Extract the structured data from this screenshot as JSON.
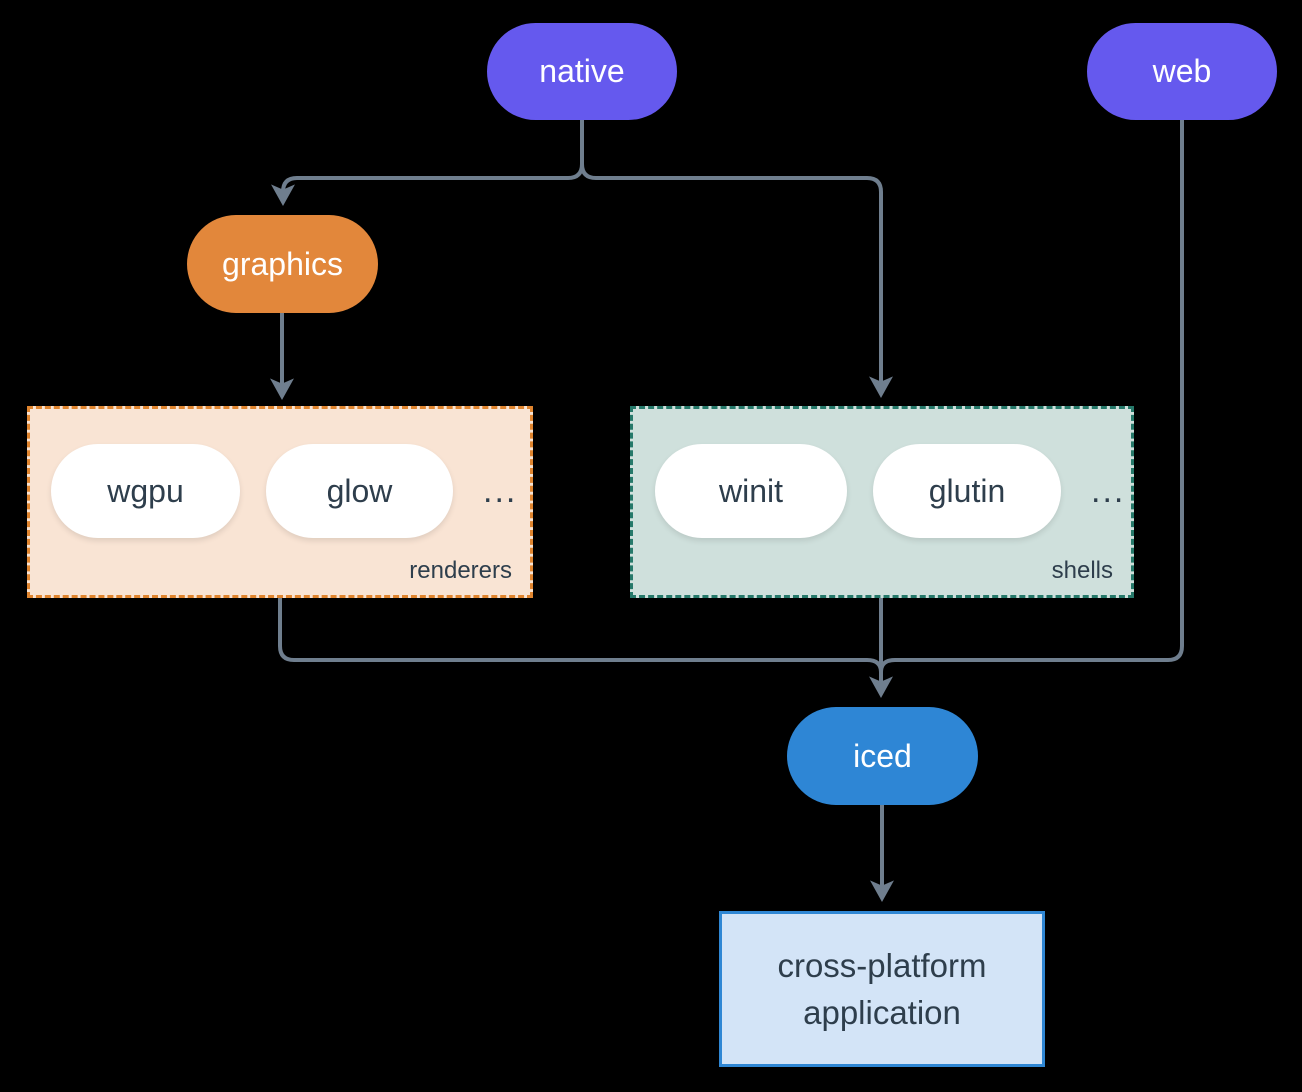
{
  "colors": {
    "background": "#000000",
    "connector": "#6f7e8e",
    "native_web_pill": "#6559ee",
    "graphics_pill": "#e2873b",
    "iced_pill": "#2e86d5",
    "renderers_fill": "#f9e4d4",
    "renderers_border": "#e0852f",
    "shells_fill": "#cfe0dc",
    "shells_border": "#26796a",
    "app_fill": "#d3e4f7",
    "app_border": "#2f87d4",
    "dark_text": "#2e3e4c",
    "light_text": "#ffffff"
  },
  "nodes": {
    "native": {
      "label": "native"
    },
    "web": {
      "label": "web"
    },
    "graphics": {
      "label": "graphics"
    },
    "iced": {
      "label": "iced"
    },
    "application": {
      "line1": "cross-platform",
      "line2": "application"
    }
  },
  "groups": {
    "renderers": {
      "label": "renderers",
      "items": [
        "wgpu",
        "glow"
      ],
      "more": "..."
    },
    "shells": {
      "label": "shells",
      "items": [
        "winit",
        "glutin"
      ],
      "more": "..."
    }
  }
}
